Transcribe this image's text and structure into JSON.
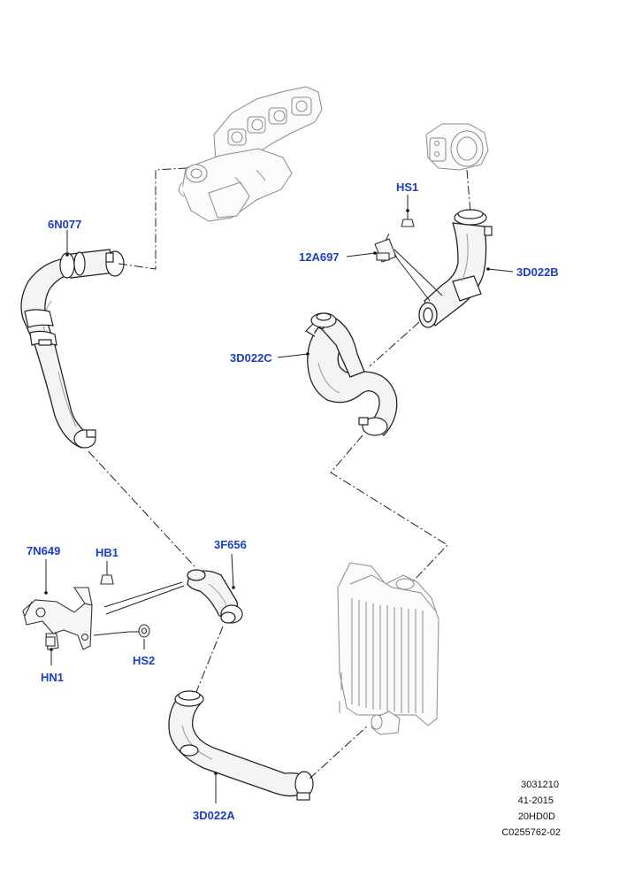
{
  "labels": {
    "p6N077": "6N077",
    "pHS1": "HS1",
    "p12A697": "12A697",
    "p3D022B": "3D022B",
    "p3D022C": "3D022C",
    "p7N649": "7N649",
    "pHB1": "HB1",
    "p3F656": "3F656",
    "pHN1": "HN1",
    "pHS2": "HS2",
    "p3D022A": "3D022A"
  },
  "footer": {
    "line1": "3031210",
    "line2": "41-2015",
    "line3": "20HD0D",
    "line4": "C0255762-02"
  },
  "colors": {
    "label": "#1a3fc4",
    "line": "#222222"
  }
}
